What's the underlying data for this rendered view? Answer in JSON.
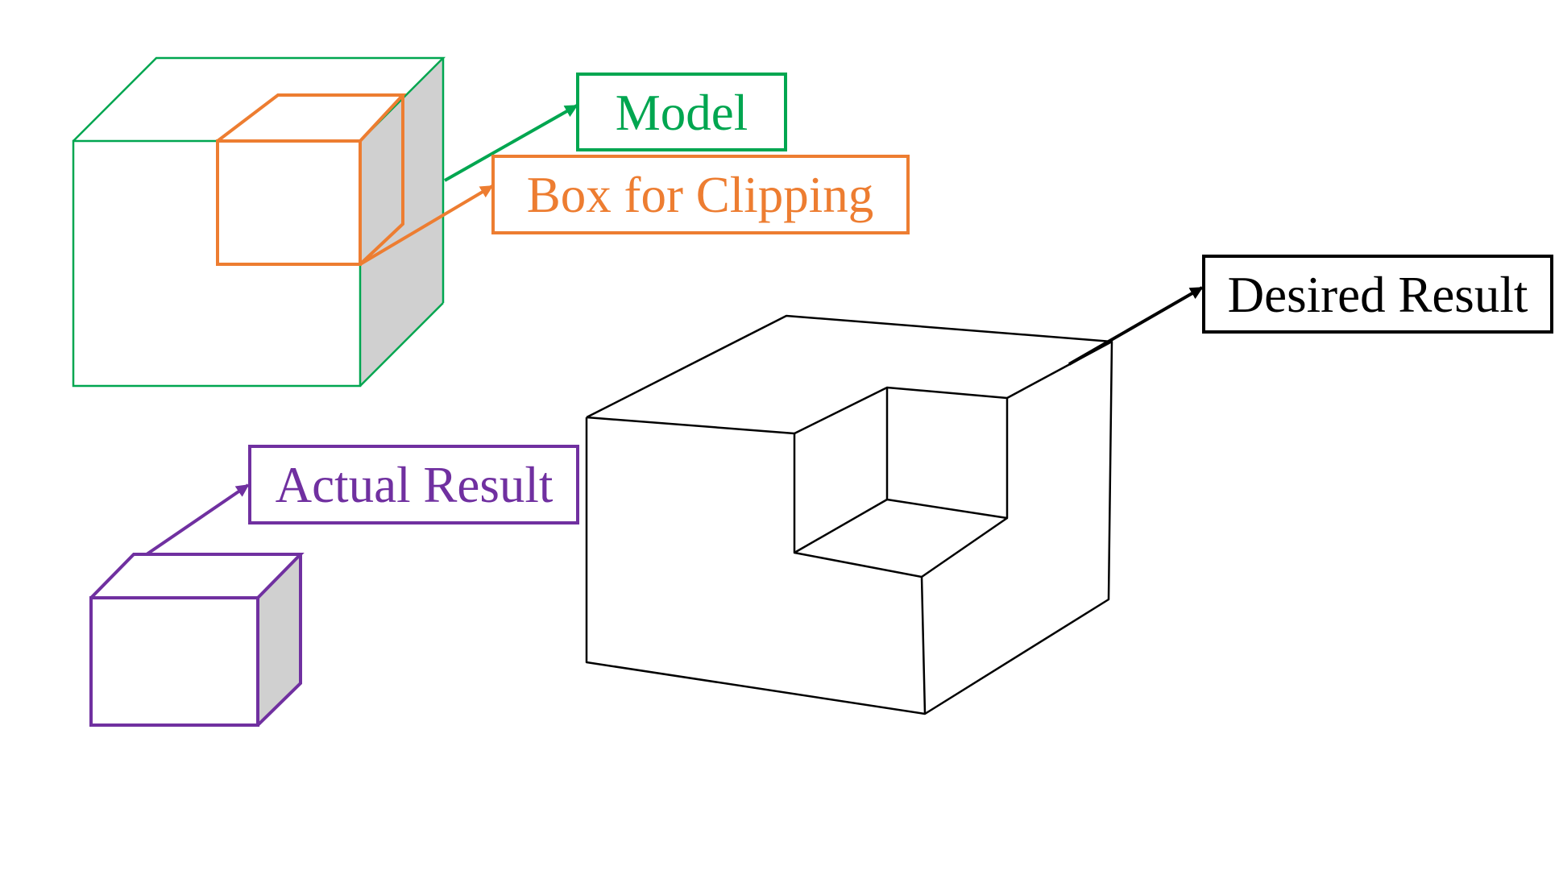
{
  "labels": {
    "model": "Model",
    "clip_box": "Box for Clipping",
    "actual": "Actual Result",
    "desired": "Desired Result"
  },
  "colors": {
    "model": "#00a650",
    "clip_box": "#ed7d31",
    "actual": "#7030a0",
    "desired": "#000000",
    "shade": "#d0d0d0",
    "background": "#ffffff"
  }
}
